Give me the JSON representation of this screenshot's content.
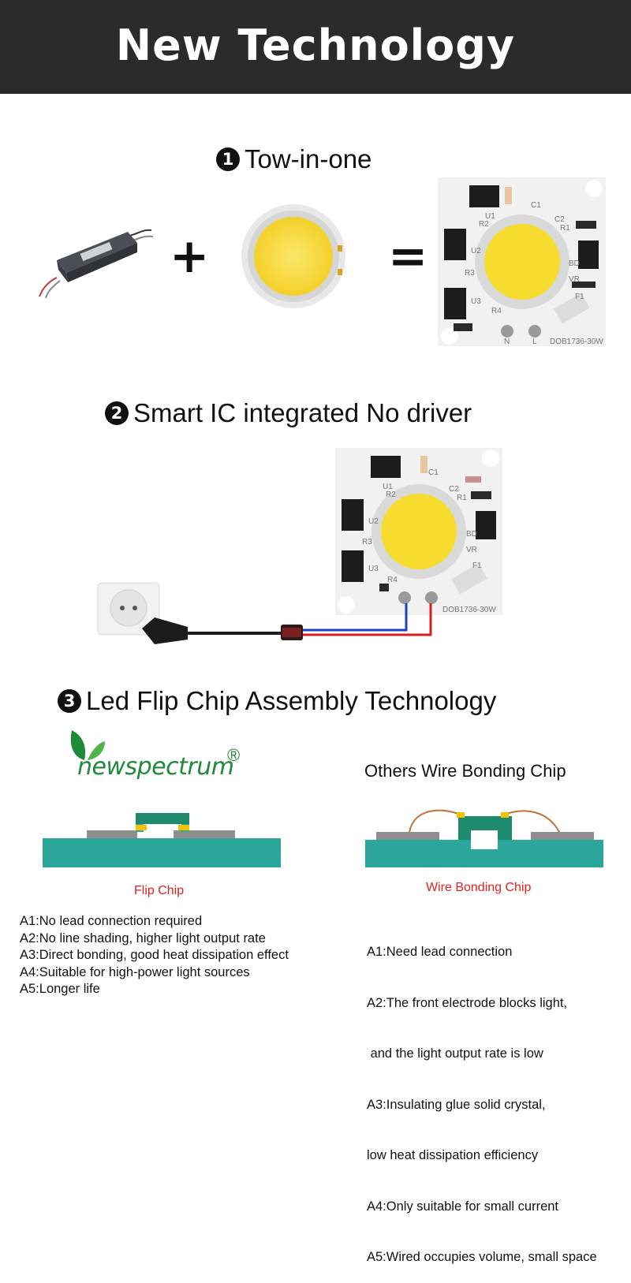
{
  "header": {
    "title": "New Technology"
  },
  "section1": {
    "number": "1",
    "title": "Tow-in-one",
    "plus": "+",
    "equals": "="
  },
  "section2": {
    "number": "2",
    "title": "Smart IC integrated No driver"
  },
  "section3": {
    "number": "3",
    "title": "Led Flip Chip Assembly Technology"
  },
  "pcb": {
    "model": "DOB1736-30W",
    "labels": {
      "c1": "C1",
      "c2": "C2",
      "r1": "R1",
      "r2": "R2",
      "r3": "R3",
      "r4": "R4",
      "u1": "U1",
      "u2": "U2",
      "u3": "U3",
      "bd": "BD",
      "vr": "VR",
      "f1": "F1",
      "n": "N",
      "l": "L"
    }
  },
  "brand": {
    "name": "newspectrum",
    "registered": "®"
  },
  "flip": {
    "caption": "Flip Chip",
    "points": [
      "A1:No lead connection required",
      "A2:No line shading, higher light output rate",
      "A3:Direct bonding, good heat dissipation effect",
      "A4:Suitable for high-power light sources",
      "A5:Longer life"
    ]
  },
  "wire": {
    "title": "Others Wire Bonding Chip",
    "caption": "Wire Bonding Chip",
    "points": [
      "A1:Need lead connection",
      "A2:The front electrode blocks light,",
      " and the light output rate is low",
      "A3:Insulating glue solid crystal,",
      "low heat dissipation efficiency",
      "A4:Only suitable for small current",
      "A5:Wired occupies volume, small space"
    ]
  },
  "colors": {
    "header_bg": "#2b2b2b",
    "phosphor": "#f8e13a",
    "board": "#2aa79a",
    "pad": "#f2c200",
    "caption_red": "#e0231c",
    "brand_green": "#1f8a3a"
  }
}
